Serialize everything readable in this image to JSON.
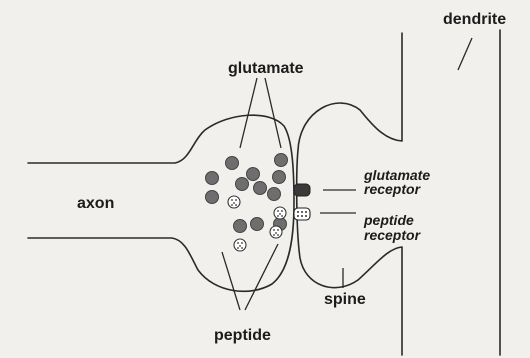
{
  "labels": {
    "dendrite": "dendrite",
    "glutamate": "glutamate",
    "axon": "axon",
    "glutamate_receptor_line1": "glutamate",
    "glutamate_receptor_line2": "receptor",
    "peptide_receptor_line1": "peptide",
    "peptide_receptor_line2": "receptor",
    "spine": "spine",
    "peptide": "peptide"
  },
  "colors": {
    "background": "#f2f0ec",
    "ink": "#2a2a2a",
    "glutamate_vesicle": "#6e6e6e",
    "peptide_vesicle": "#ffffff"
  }
}
